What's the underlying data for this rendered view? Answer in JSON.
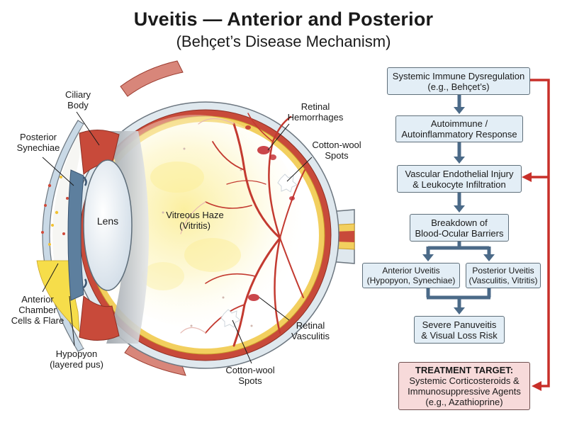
{
  "header": {
    "title": "Uveitis — Anterior and Posterior",
    "subtitle": "(Behçet’s Disease Mechanism)"
  },
  "eye_labels": {
    "ciliary_body": "Ciliary\nBody",
    "posterior_synechiae": "Posterior\nSynechiae",
    "lens": "Lens",
    "vitreous_haze": "Vitreous Haze\n(Vitritis)",
    "retinal_hemorrhages": "Retinal\nHemorrhages",
    "cotton_wool_top": "Cotton-wool\nSpots",
    "cotton_wool_bottom": "Cotton-wool\nSpots",
    "retinal_vasculitis": "Retinal\nVasculitis",
    "anterior_chamber": "Anterior\nChamber\nCells & Flare",
    "hypopyon": "Hypopyon\n(layered pus)"
  },
  "flow": {
    "step1": "Systemic Immune Dysregulation\n(e.g., Behçet’s)",
    "step2": "Autoimmune /\nAutoinflammatory Response",
    "step3": "Vascular Endothelial Injury\n& Leukocyte Infiltration",
    "step4": "Breakdown of\nBlood-Ocular Barriers",
    "anterior": "Anterior Uveitis\n(Hypopyon, Synechiae)",
    "posterior": "Posterior Uveitis\n(Vasculitis, Vitritis)",
    "outcome": "Severe Panuveitis\n& Visual Loss Risk",
    "treatment_title": "TREATMENT TARGET:",
    "treatment_body": "Systemic Corticosteroids &\nImmunosuppressive Agents\n(e.g., Azathioprine)"
  },
  "colors": {
    "box_fill": "#e3eef6",
    "treatment_fill": "#f7dada",
    "arrow_blue": "#4b6a88",
    "feedback_red": "#c8302a",
    "sclera": "#dfe8ee",
    "choroid": "#c84a3a",
    "retina_yellow": "#f2cf5e"
  }
}
